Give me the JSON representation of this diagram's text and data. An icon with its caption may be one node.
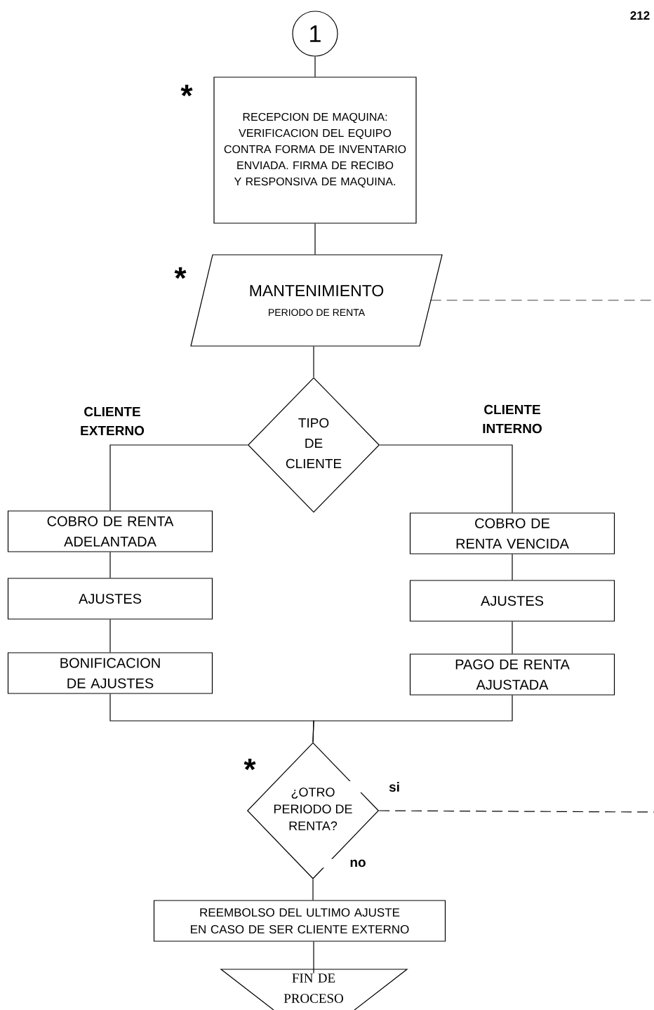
{
  "diagram": {
    "nodes": [
      {
        "text": [
          "1"
        ]
      },
      {
        "text": [
          "RECEPCION DE MAQUINA: VERIFICACION DEL EQUIPO CONTRA FORMA DE INVENTARIO ENVIADA. FIRMA DE RECIBO Y RESPONSIVA DE MAQUINA."
        ]
      },
      {
        "text": [
          "MANTENIMIENTO",
          "PERIODO DE RENTA"
        ]
      },
      {
        "text": [
          "TIPO DE CLIENTE"
        ]
      },
      {
        "text": [
          "COBRO DE RENTA ADELANTADA"
        ]
      },
      {
        "text": [
          "AJUSTES"
        ]
      },
      {
        "text": [
          "BONIFICACION DE AJUSTES"
        ]
      },
      {
        "text": [
          "COBRO DE RENTA VENCIDA"
        ]
      },
      {
        "text": [
          "AJUSTES"
        ]
      },
      {
        "text": [
          "PAGO DE RENTA AJUSTADA"
        ]
      },
      {
        "text": [
          "¿OTRO PERIODO DE RENTA?"
        ]
      },
      {
        "text": [
          "REEMBOLSO DEL ULTIMO AJUSTE EN CASO DE SER CLIENTE EXTERNO"
        ]
      },
      {
        "text": [
          "FIN DE PROCESO"
        ]
      }
    ],
    "edges": [
      {
        "from": 0,
        "to": 1,
        "arrow": "none"
      },
      {
        "from": 1,
        "to": 2,
        "arrow": "none"
      },
      {
        "from": 2,
        "to": null,
        "arrow": "none",
        "style": "dashed"
      },
      {
        "from": 2,
        "to": 3,
        "arrow": "none"
      },
      {
        "from": 3,
        "to": 4,
        "arrow": "none",
        "label": "CLIENTE EXTERNO"
      },
      {
        "from": 4,
        "to": 5,
        "arrow": "none"
      },
      {
        "from": 5,
        "to": 6,
        "arrow": "none"
      },
      {
        "from": 3,
        "to": 7,
        "arrow": "none",
        "label": "CLIENTE INTERNO"
      },
      {
        "from": 7,
        "to": 8,
        "arrow": "none"
      },
      {
        "from": 8,
        "to": 9,
        "arrow": "none"
      },
      {
        "from": 6,
        "to": 10,
        "arrow": "none"
      },
      {
        "from": 9,
        "to": 10,
        "arrow": "none"
      },
      {
        "from": 10,
        "to": null,
        "arrow": "none",
        "style": "dashed",
        "label": "si"
      },
      {
        "from": 10,
        "to": 11,
        "arrow": "none",
        "label": "no"
      },
      {
        "from": 11,
        "to": 12,
        "arrow": "none"
      }
    ],
    "labels": [
      "212",
      "*",
      "*",
      "*"
    ]
  }
}
